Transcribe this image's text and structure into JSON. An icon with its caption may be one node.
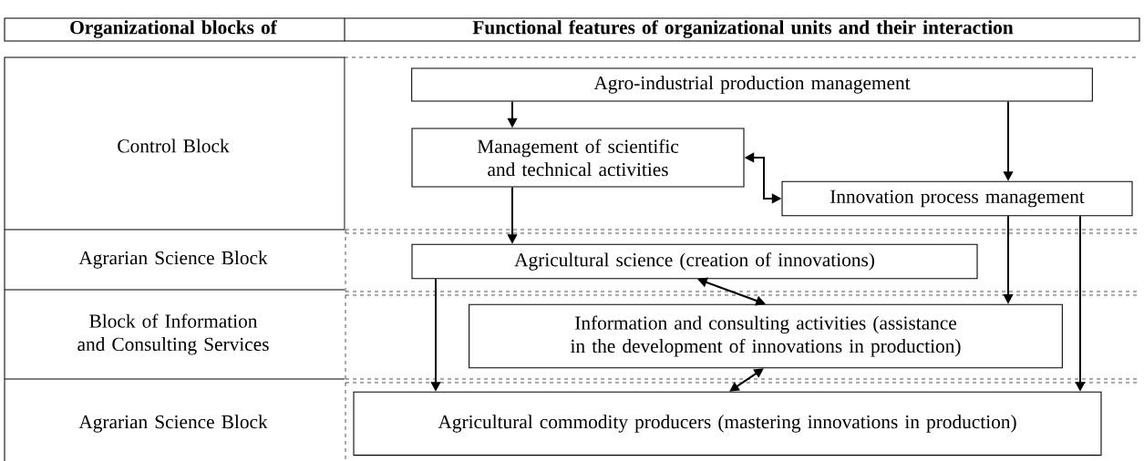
{
  "diagram": {
    "nodes": [
      {
        "text": [
          "Agro-industrial production management"
        ]
      },
      {
        "text": [
          "Management of scientific and technical activities"
        ]
      },
      {
        "text": [
          "Innovation process management"
        ]
      },
      {
        "text": [
          "Agricultural science (creation of innovations)"
        ]
      },
      {
        "text": [
          "Information and consulting activities (assistance in the development of innovations in production)"
        ]
      },
      {
        "text": [
          "Agricultural commodity producers (mastering innovations in production)"
        ]
      }
    ],
    "edges": [
      {
        "from": 0,
        "to": 1,
        "arrow": "to"
      },
      {
        "from": 0,
        "to": 2,
        "arrow": "to"
      },
      {
        "from": 1,
        "to": 2,
        "arrow": "both"
      },
      {
        "from": 1,
        "to": 3,
        "arrow": "to"
      },
      {
        "from": 2,
        "to": 4,
        "arrow": "to"
      },
      {
        "from": 2,
        "to": 5,
        "arrow": "to"
      },
      {
        "from": 3,
        "to": 4,
        "arrow": "both"
      },
      {
        "from": 3,
        "to": 5,
        "arrow": "to"
      },
      {
        "from": 4,
        "to": 5,
        "arrow": "both"
      }
    ],
    "labels": [
      "Organizational blocks of",
      "Functional features of organizational units and their interaction",
      "Control Block",
      "Agrarian Science Block",
      "Block of Information and Consulting Services",
      "Agrarian Science Block"
    ]
  }
}
